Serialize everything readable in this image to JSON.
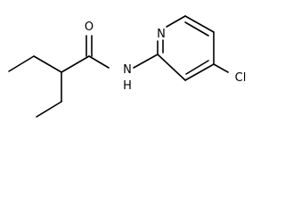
{
  "molecule": {
    "atoms": {
      "oxygen": "O",
      "amide_nitrogen": "N",
      "amide_hydrogen": "H",
      "ring_nitrogen": "N",
      "chlorine": "Cl"
    },
    "colors": {
      "bond": "#000000",
      "label": "#000000",
      "background": "#ffffff"
    }
  }
}
